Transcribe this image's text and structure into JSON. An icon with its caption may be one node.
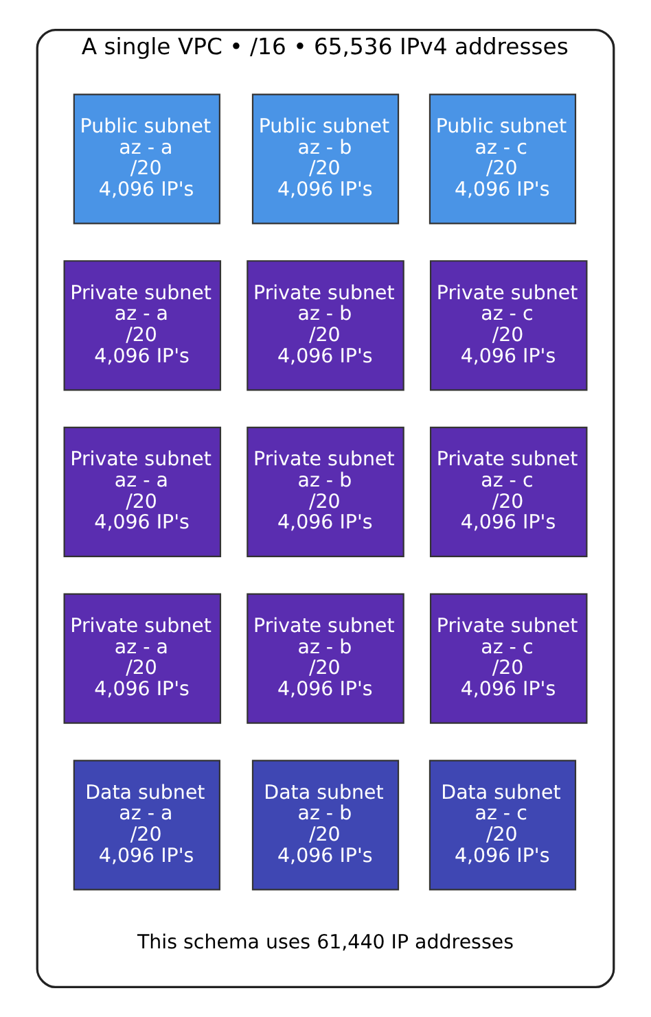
{
  "diagram": {
    "nodes": [
      {
        "text": [
          "A single VPC • /16 • 65,536 IPv4 addresses",
          "This schema uses 61,440 IP addresses"
        ]
      },
      {
        "text": [
          "Public subnet",
          "az - a",
          "/20",
          "4,096 IP's"
        ],
        "in": 0
      },
      {
        "text": [
          "Public subnet",
          "az - b",
          "/20",
          "4,096 IP's"
        ],
        "in": 0
      },
      {
        "text": [
          "Public subnet",
          "az - c",
          "/20",
          "4,096 IP's"
        ],
        "in": 0
      },
      {
        "text": [
          "Private subnet",
          "az - a",
          "/20",
          "4,096 IP's"
        ],
        "in": 0
      },
      {
        "text": [
          "Private subnet",
          "az - b",
          "/20",
          "4,096 IP's"
        ],
        "in": 0
      },
      {
        "text": [
          "Private subnet",
          "az - c",
          "/20",
          "4,096 IP's"
        ],
        "in": 0
      },
      {
        "text": [
          "Private subnet",
          "az - a",
          "/20",
          "4,096 IP's"
        ],
        "in": 0
      },
      {
        "text": [
          "Private subnet",
          "az - b",
          "/20",
          "4,096 IP's"
        ],
        "in": 0
      },
      {
        "text": [
          "Private subnet",
          "az - c",
          "/20",
          "4,096 IP's"
        ],
        "in": 0
      },
      {
        "text": [
          "Private subnet",
          "az - a",
          "/20",
          "4,096 IP's"
        ],
        "in": 0
      },
      {
        "text": [
          "Private subnet",
          "az - b",
          "/20",
          "4,096 IP's"
        ],
        "in": 0
      },
      {
        "text": [
          "Private subnet",
          "az - c",
          "/20",
          "4,096 IP's"
        ],
        "in": 0
      },
      {
        "text": [
          "Data subnet",
          "az - a",
          "/20",
          "4,096 IP's"
        ],
        "in": 0
      },
      {
        "text": [
          "Data subnet",
          "az - b",
          "/20",
          "4,096 IP's"
        ],
        "in": 0
      },
      {
        "text": [
          "Data subnet",
          "az - c",
          "/20",
          "4,096 IP's"
        ],
        "in": 0
      }
    ],
    "edges": []
  }
}
